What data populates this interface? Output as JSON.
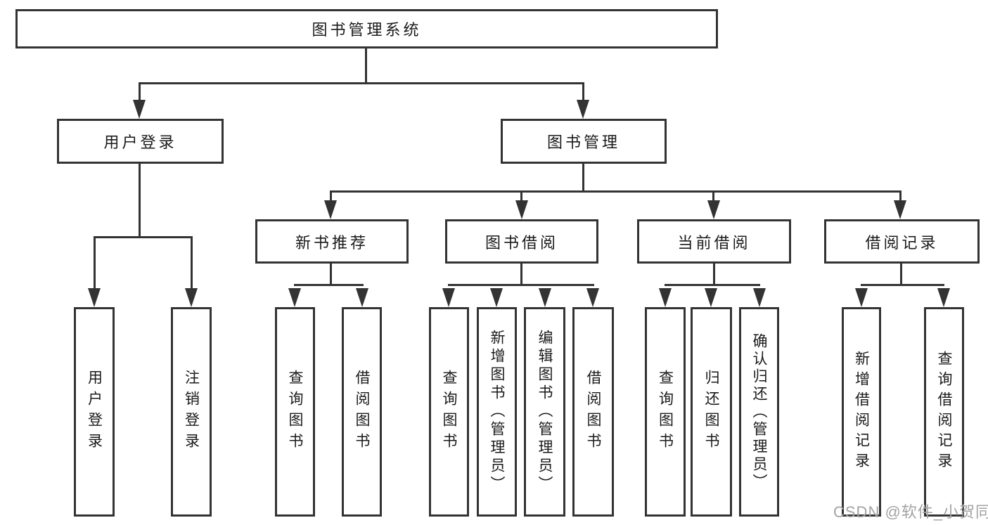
{
  "diagram_title": "图书管理系统",
  "watermark": "CSDN @软件_小贺同学",
  "colors": {
    "line": "#333333",
    "box_border": "#333333",
    "box_fill": "#ffffff",
    "text": "#1a1a1a",
    "watermark": "#a3a3a3",
    "background": "#ffffff"
  },
  "tree": {
    "root": "图书管理系统",
    "children": [
      {
        "label": "用户登录",
        "children": [
          "用户登录",
          "注销登录"
        ]
      },
      {
        "label": "图书管理",
        "children": [
          {
            "label": "新书推荐",
            "children": [
              "查询图书",
              "借阅图书"
            ]
          },
          {
            "label": "图书借阅",
            "children": [
              "查询图书",
              "新增图书（管理员）",
              "编辑图书（管理员）",
              "借阅图书"
            ]
          },
          {
            "label": "当前借阅",
            "children": [
              "查询图书",
              "归还图书",
              "确认归还（管理员）"
            ]
          },
          {
            "label": "借阅记录",
            "children": [
              "新增借阅记录",
              "查询借阅记录"
            ]
          }
        ]
      }
    ]
  }
}
